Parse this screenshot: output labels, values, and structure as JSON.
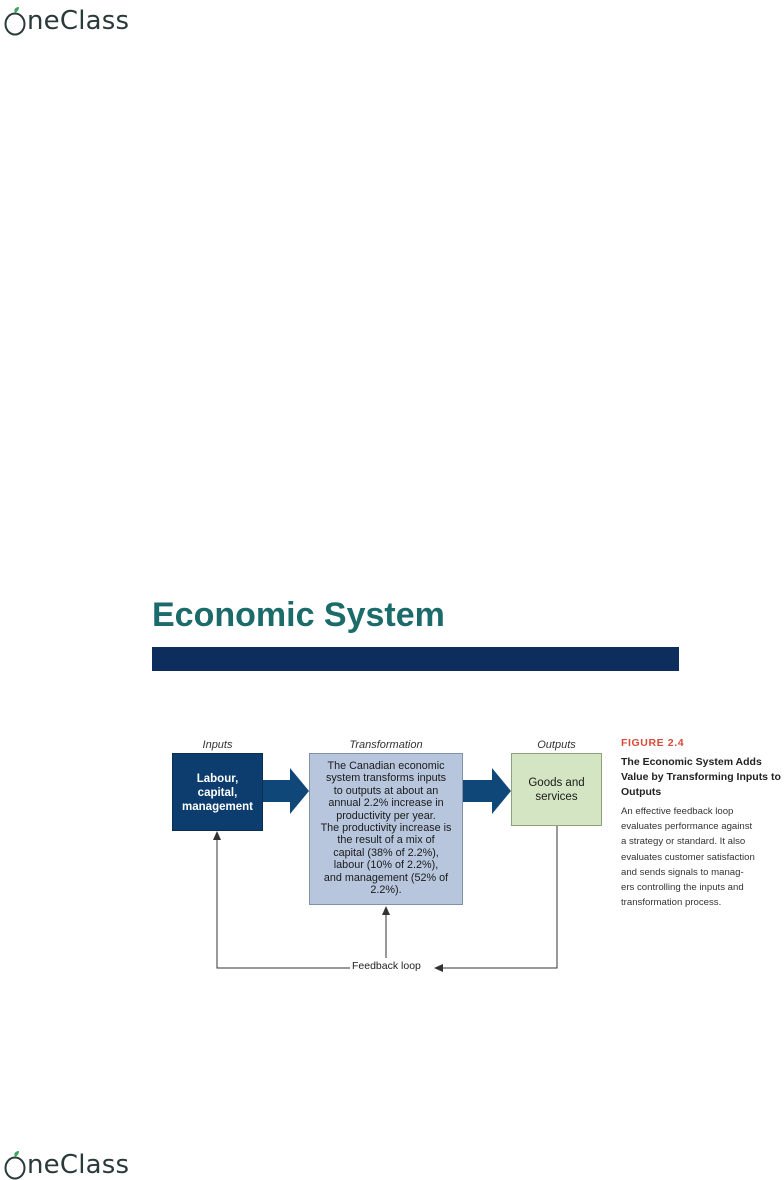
{
  "brand": {
    "name": "OneClass",
    "name_rest": "neClass",
    "colors": {
      "leaf": "#3aa65a",
      "ring": "#2a3a3a"
    }
  },
  "slide": {
    "title": "Economic System",
    "colors": {
      "title": "#1c6b6b",
      "bar": "#0d2e5c"
    }
  },
  "diagram": {
    "columns": {
      "inputs": "Inputs",
      "transformation": "Transformation",
      "outputs": "Outputs"
    },
    "inputs_box": "Labour, capital, management",
    "transformation_box": "The Canadian economic\nsystem transforms inputs\nto outputs at about an\nannual 2.2% increase in\nproductivity per year.\nThe productivity increase is\nthe result of a mix of\ncapital (38% of 2.2%),\nlabour (10% of 2.2%),\nand management (52% of 2.2%).",
    "outputs_box": "Goods and services",
    "feedback_label": "Feedback loop",
    "colors": {
      "inputs": "#0d3d6e",
      "transformation": "#b7c6dd",
      "outputs": "#d3e5c2",
      "arrow": "#0f4778"
    }
  },
  "figure": {
    "number": "FIGURE 2.4",
    "title": "The Economic System Adds Value by Transforming Inputs to Outputs",
    "text": "An effective feedback loop\nevaluates performance against\na strategy or standard. It also\nevaluates customer satisfaction\nand sends signals to manag-\ners controlling the inputs and\ntransformation process.",
    "number_color": "#d84a3a"
  }
}
